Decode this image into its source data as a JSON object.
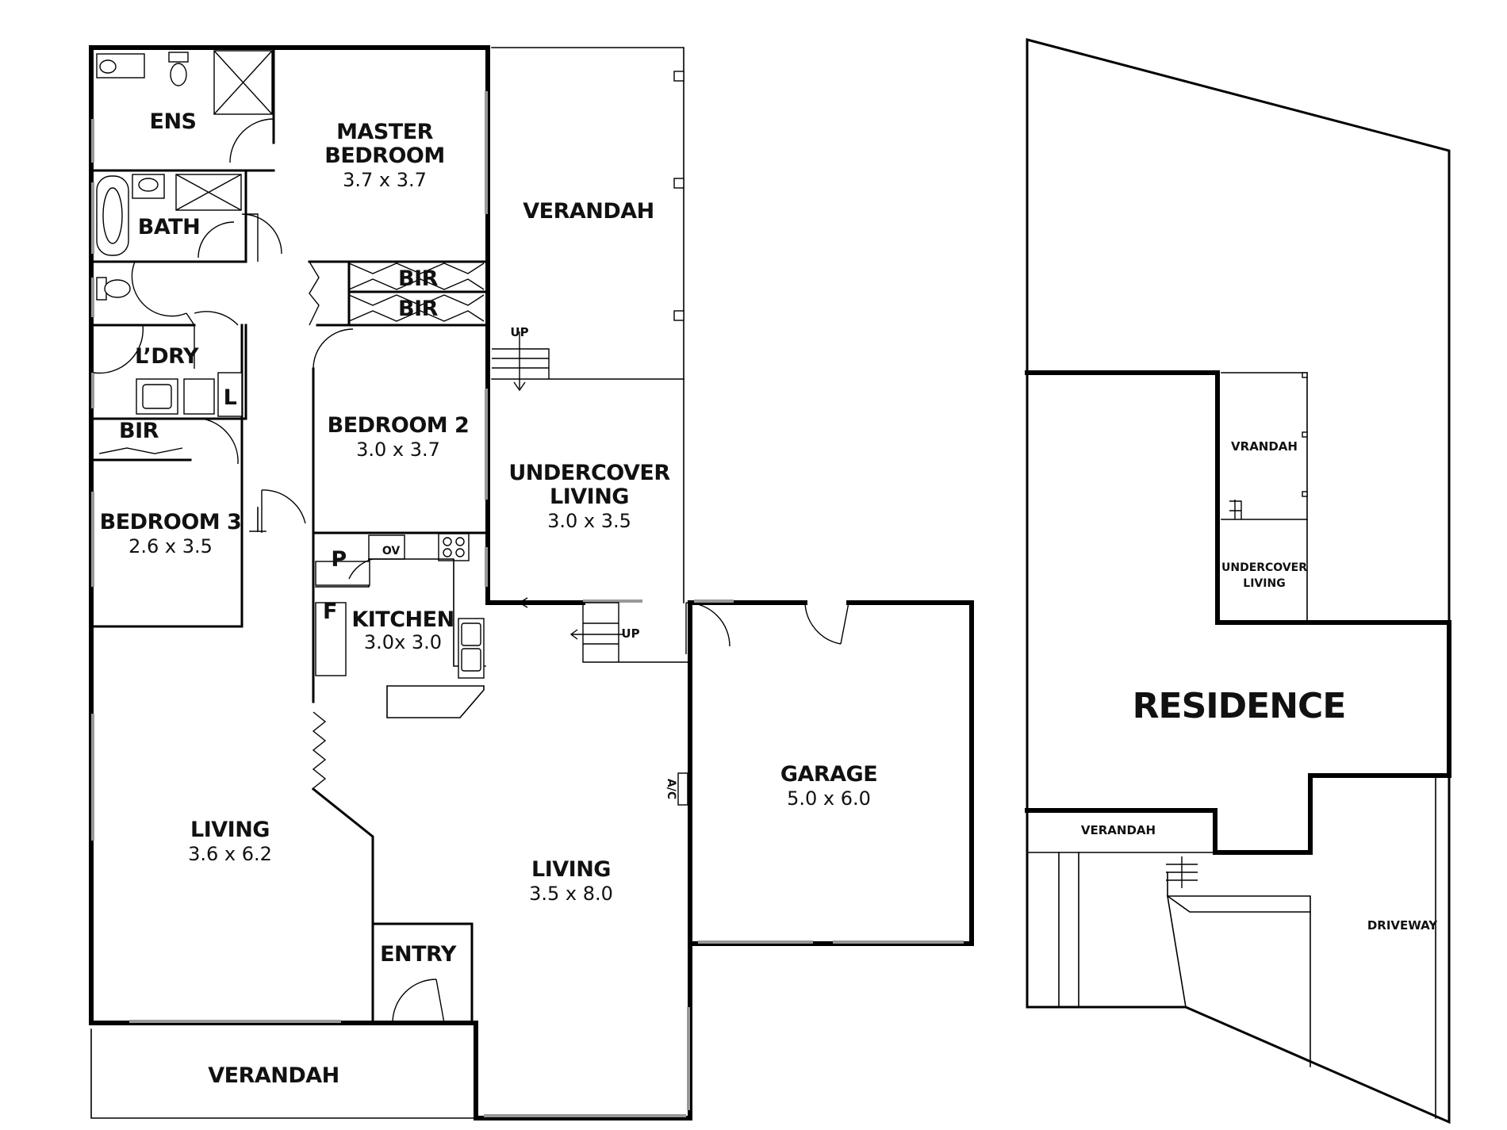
{
  "floor_plan": {
    "rooms": {
      "ens": {
        "name": "ENS"
      },
      "master_bedroom": {
        "name_line1": "MASTER",
        "name_line2": "BEDROOM",
        "size": "3.7 x 3.7"
      },
      "bath": {
        "name": "BATH"
      },
      "bir_1": {
        "name": "BIR"
      },
      "bir_2": {
        "name": "BIR"
      },
      "laundry": {
        "name": "L’DRY"
      },
      "linen": {
        "name": "L"
      },
      "bir_3": {
        "name": "BIR"
      },
      "bedroom_2": {
        "name": "BEDROOM 2",
        "size": "3.0 x 3.7"
      },
      "bedroom_3": {
        "name": "BEDROOM 3",
        "size": "2.6 x 3.5"
      },
      "verandah_top": {
        "name": "VERANDAH"
      },
      "undercover_living": {
        "name_line1": "UNDERCOVER",
        "name_line2": "LIVING",
        "size": "3.0 x 3.5"
      },
      "pantry": {
        "name": "P"
      },
      "fridge": {
        "name": "F"
      },
      "oven": {
        "name": "OV"
      },
      "kitchen": {
        "name": "KITCHEN",
        "size": "3.0x 3.0"
      },
      "living_west": {
        "name": "LIVING",
        "size": "3.6 x 6.2"
      },
      "living_centre": {
        "name": "LIVING",
        "size": "3.5 x 8.0"
      },
      "entry": {
        "name": "ENTRY"
      },
      "verandah_bottom": {
        "name": "VERANDAH"
      },
      "garage": {
        "name": "GARAGE",
        "size": "5.0 x 6.0"
      },
      "aircon": {
        "name": "A/C"
      }
    },
    "stairs": {
      "up_upper": "UP",
      "up_lower": "UP"
    }
  },
  "site_plan": {
    "residence": "RESIDENCE",
    "vrandah": "VRANDAH",
    "undercover_line1": "UNDERCOVER",
    "undercover_line2": "LIVING",
    "verandah": "VERANDAH",
    "driveway": "DRIVEWAY"
  }
}
